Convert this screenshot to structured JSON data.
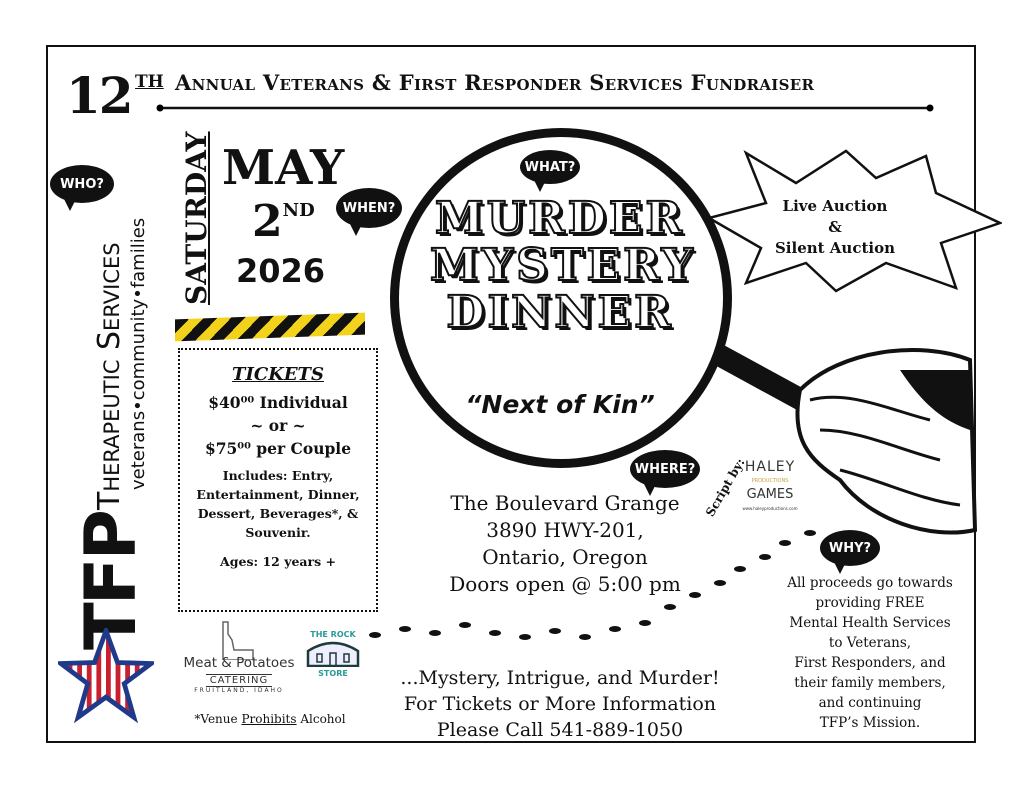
{
  "header": {
    "number": "12",
    "ordinal": "TH",
    "title": "Annual Veterans & First Responder Services Fundraiser"
  },
  "org": {
    "acronym": "TFP",
    "name": "Therapeutic Services",
    "tagline": "veterans•community•families"
  },
  "bubbles": {
    "who": "WHO?",
    "when": "WHEN?",
    "what": "WHAT?",
    "where": "WHERE?",
    "why": "WHY?"
  },
  "date": {
    "weekday": "SATURDAY",
    "month": "MAY",
    "day": "2",
    "day_suffix": "ND",
    "year": "2026"
  },
  "tickets": {
    "heading": "TICKETS",
    "individual": "$40⁰⁰ Individual",
    "or": "~ or ~",
    "couple": "$75⁰⁰ per Couple",
    "includes": "Includes: Entry, Entertainment, Dinner, Dessert, Beverages*, & Souvenir.",
    "ages": "Ages: 12 years +"
  },
  "event": {
    "title_lines": [
      "MURDER",
      "MYSTERY",
      "DINNER"
    ],
    "subtitle": "“Next of Kin”"
  },
  "auction": {
    "line1": "Live Auction",
    "line2": "&",
    "line3": "Silent Auction"
  },
  "script_credit": {
    "label": "Script by:",
    "logo_line1": "HALEY",
    "logo_line2": "PRODUCTIONS",
    "logo_line3": "GAMES",
    "logo_url": "www.haleyproductions.com"
  },
  "location": {
    "venue": "The Boulevard Grange",
    "street": "3890 HWY-201,",
    "city": "Ontario, Oregon",
    "doors": "Doors open @ 5:00 pm"
  },
  "footer": {
    "line1": "...Mystery, Intrigue, and Murder!",
    "line2": "For Tickets or More Information",
    "line3": "Please Call 541-889-1050"
  },
  "why_text": [
    "All proceeds go towards",
    "providing FREE",
    "Mental Health Services",
    "to Veterans,",
    "First Responders, and",
    "their family members,",
    "and continuing",
    "TFP’s Mission."
  ],
  "sponsors": {
    "meat_name": "Meat & Potatoes",
    "meat_sub": "CATERING",
    "meat_loc": "FRUITLAND, IDAHO",
    "rock_top": "THE ROCK",
    "rock_bottom": "STORE"
  },
  "venue_note": {
    "pre": "*Venue ",
    "emph": "Prohibits",
    "post": " Alcohol"
  }
}
